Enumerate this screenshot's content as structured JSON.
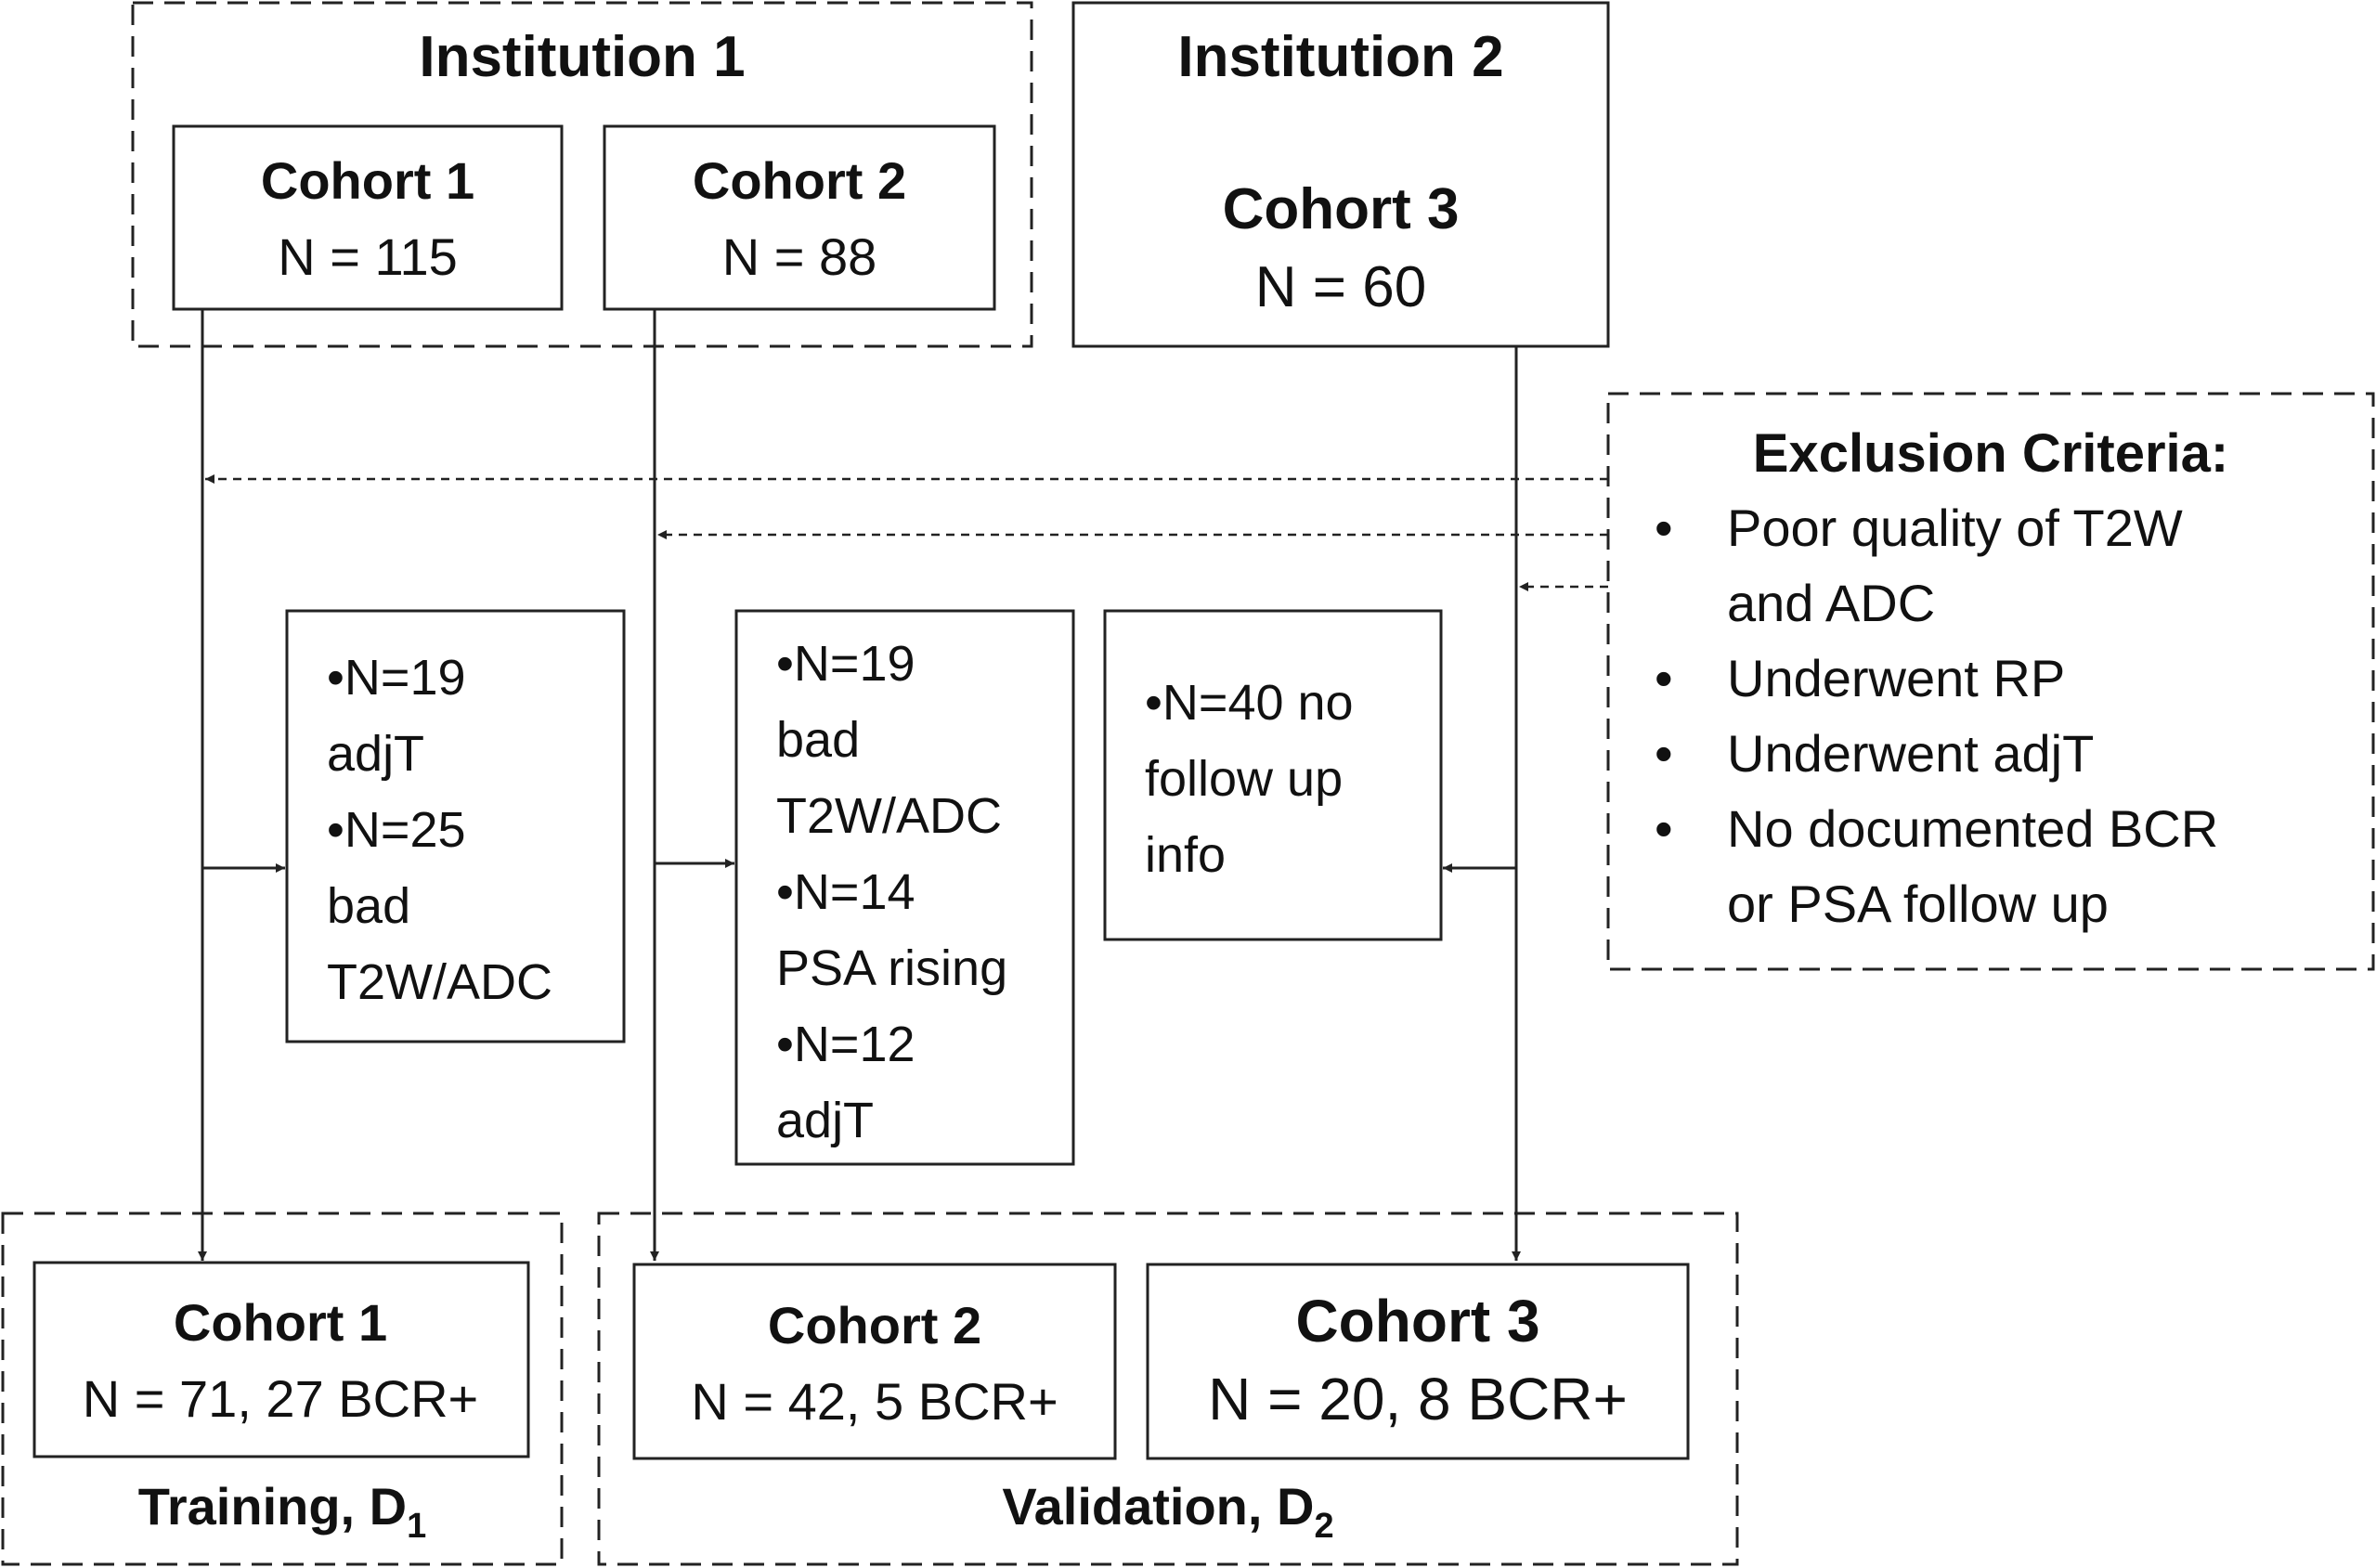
{
  "institution1": {
    "title": "Institution 1",
    "cohort1": {
      "name": "Cohort 1",
      "n": "N = 115"
    },
    "cohort2": {
      "name": "Cohort 2",
      "n": "N = 88"
    }
  },
  "institution2": {
    "title": "Institution 2",
    "cohort3": {
      "name": "Cohort 3",
      "n": "N = 60"
    }
  },
  "exclusion": {
    "title": "Exclusion Criteria:",
    "bullet": "•",
    "items": [
      [
        "Poor quality of T2W",
        "and ADC"
      ],
      [
        "Underwent RP"
      ],
      [
        "Underwent adjT"
      ],
      [
        "No documented BCR",
        "or PSA follow up"
      ]
    ]
  },
  "excluded": {
    "cohort1": [
      "•N=19",
      "adjT",
      "•N=25",
      "bad",
      "T2W/ADC"
    ],
    "cohort2": [
      "•N=19",
      "bad",
      "T2W/ADC",
      "•N=14",
      "PSA rising",
      "•N=12",
      "adjT"
    ],
    "cohort3": [
      "•N=40 no",
      "follow up",
      "info"
    ]
  },
  "training": {
    "cohort1": {
      "name": "Cohort 1",
      "n": "N = 71, 27 BCR+"
    },
    "label": "Training, D",
    "subscript": "1"
  },
  "validation": {
    "cohort2": {
      "name": "Cohort 2",
      "n": "N = 42, 5 BCR+"
    },
    "cohort3": {
      "name": "Cohort 3",
      "n": "N = 20, 8 BCR+"
    },
    "label": "Validation, D",
    "subscript": "2"
  },
  "colors": {
    "line": "#222222",
    "background": "#ffffff"
  }
}
